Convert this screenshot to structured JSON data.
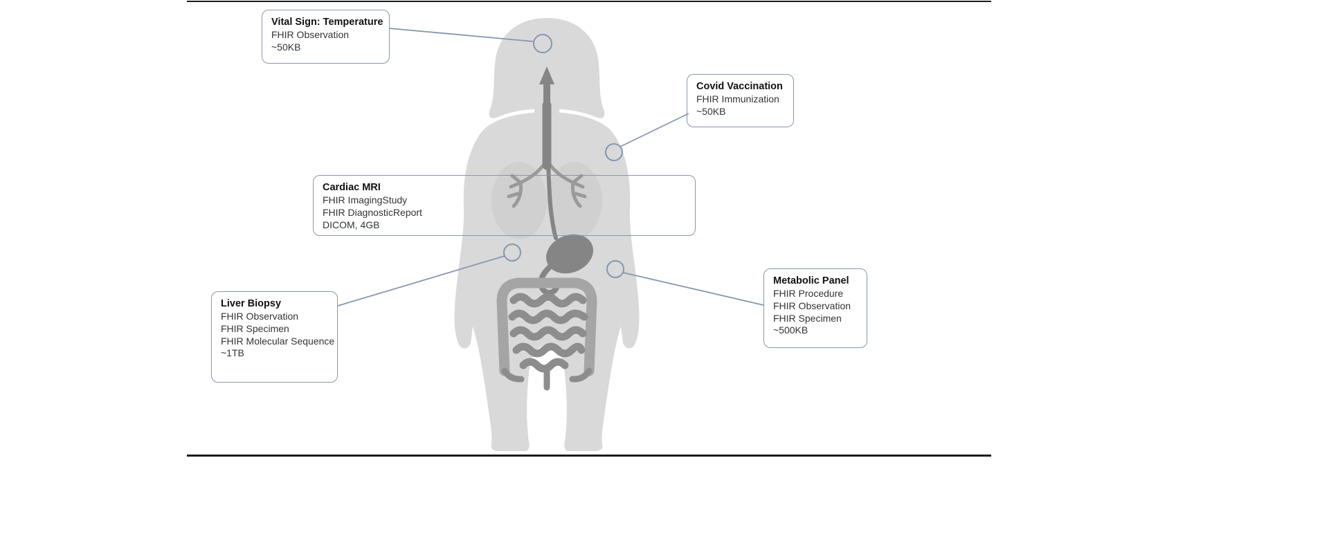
{
  "colors": {
    "accent": "#8497b0",
    "slide_border": "#1a1a1a",
    "body_fill": "#d9d9d9",
    "organ_dark": "#858585",
    "organ_mid": "#9a9a9a",
    "lung_fill": "#d0d0d0",
    "intestine": "#8d8d8d",
    "colon": "#a5a5a5",
    "title_text": "#111111",
    "body_text": "#333333",
    "background": "#ffffff"
  },
  "figure": {
    "name": "female-anatomy-silhouette"
  },
  "callouts": [
    {
      "id": "vital-sign-temperature",
      "title": "Vital Sign: Temperature",
      "lines": [
        "FHIR Observation",
        "~50KB"
      ]
    },
    {
      "id": "covid-vaccination",
      "title": "Covid Vaccination",
      "lines": [
        "FHIR Immunization",
        "~50KB"
      ]
    },
    {
      "id": "cardiac-mri",
      "title": "Cardiac MRI",
      "lines": [
        "FHIR ImagingStudy",
        "FHIR DiagnosticReport",
        "DICOM, 4GB"
      ]
    },
    {
      "id": "liver-biopsy",
      "title": "Liver Biopsy",
      "lines": [
        "FHIR Observation",
        "FHIR Specimen",
        "FHIR Molecular Sequence",
        "~1TB"
      ]
    },
    {
      "id": "metabolic-panel",
      "title": "Metabolic Panel",
      "lines": [
        "FHIR Procedure",
        "FHIR Observation",
        "FHIR Specimen",
        "~500KB"
      ]
    }
  ]
}
